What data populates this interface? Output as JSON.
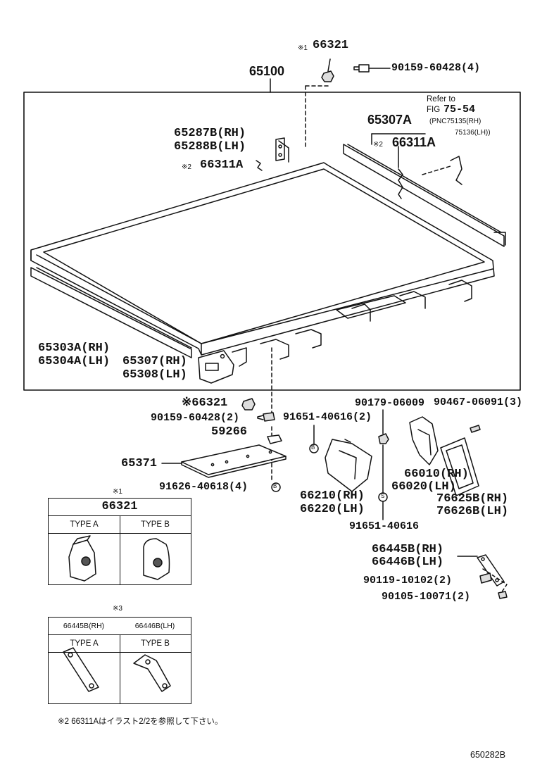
{
  "labels": {
    "mark1": "※1",
    "p66321_top": "66321",
    "p65100": "65100",
    "p90159_top": "90159-60428(4)",
    "refer_to": "Refer to",
    "fig_ref": "FIG",
    "fig_num": "75-54",
    "pnc1": "(PNC75135(RH)",
    "pnc2": "75136(LH))",
    "p65307A": "65307A",
    "mark2a": "※2",
    "p66311A_r": "66311A",
    "p65287B": "65287B(RH)",
    "p65288B": "65288B(LH)",
    "mark2b": "※2",
    "p66311A_l": "66311A",
    "p65303A": "65303A(RH)",
    "p65304A": "65304A(LH)",
    "p65307": "65307(RH)",
    "p65308": "65308(LH)",
    "p66321_mid": "※66321",
    "p90159_mid": "90159-60428(2)",
    "p59266": "59266",
    "p90179": "90179-06009",
    "p90467": "90467-06091(3)",
    "p91651_a": "91651-40616(2)",
    "p65371": "65371",
    "p91626": "91626-40618(4)",
    "p66010": "66010(RH)",
    "p66020": "66020(LH)",
    "p66210": "66210(RH)",
    "p66220": "66220(LH)",
    "p76625B": "76625B(RH)",
    "p76626B": "76626B(LH)",
    "p91651_b": "91651-40616",
    "p66445B": "66445B(RH)",
    "p66446B": "66446B(LH)",
    "p90119": "90119-10102(2)",
    "p90105": "90105-10071(2)",
    "circle_b": "B",
    "circle_s": "S"
  },
  "table1": {
    "mark": "※1",
    "title": "66321",
    "type_a": "TYPE A",
    "type_b": "TYPE B"
  },
  "table3": {
    "mark": "※3",
    "title_rh": "66445B(RH)",
    "title_lh": "66446B(LH)",
    "type_a": "TYPE A",
    "type_b": "TYPE B"
  },
  "footnote": "※2  66311Aはイラスト2/2を参照して下さい。",
  "diagram_code": "650282B"
}
